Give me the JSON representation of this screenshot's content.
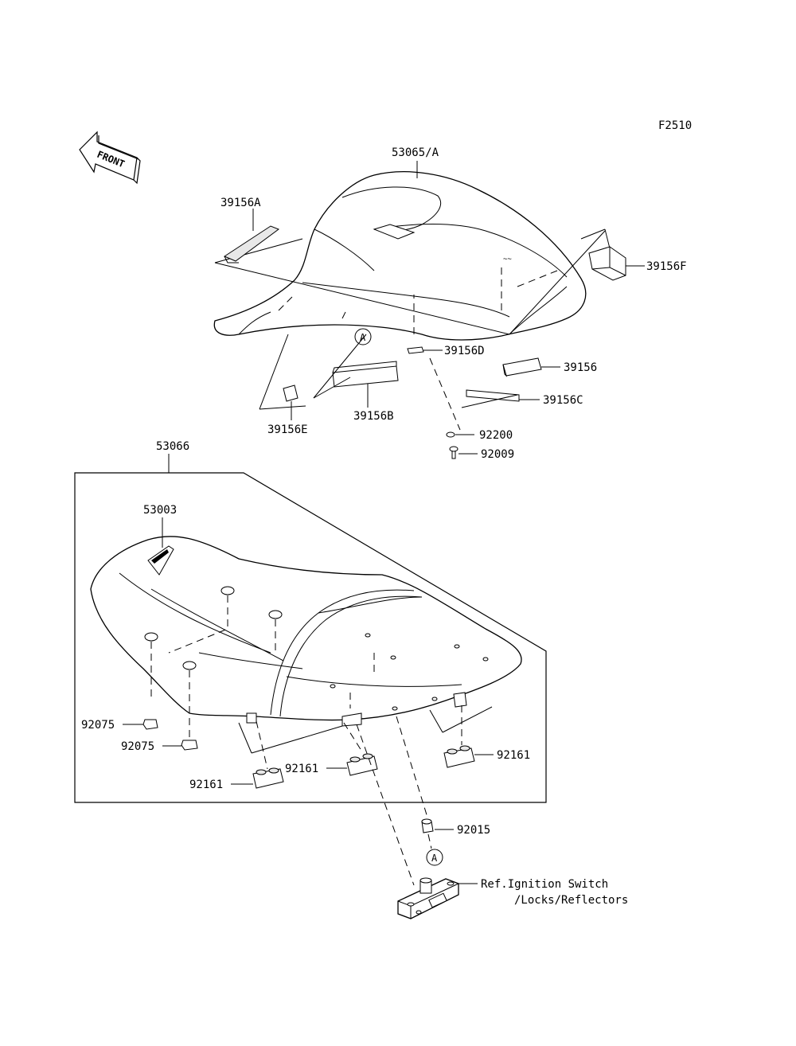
{
  "diagram": {
    "figure_code": "F2510",
    "direction_arrow": "FRONT",
    "callouts": {
      "c53065A": "53065/A",
      "c39156A": "39156A",
      "c39156F": "39156F",
      "c39156D": "39156D",
      "c39156": "39156",
      "c39156C": "39156C",
      "c39156B": "39156B",
      "c39156E": "39156E",
      "c92200": "92200",
      "c92009": "92009",
      "c53066": "53066",
      "c53003": "53003",
      "c92075a": "92075",
      "c92075b": "92075",
      "c92161a": "92161",
      "c92161b": "92161",
      "c92161c": "92161",
      "c92015": "92015"
    },
    "reference_marker_top": "A",
    "reference_marker_bottom": "A",
    "ref_note_line1": "Ref.Ignition Switch",
    "ref_note_line2": "/Locks/Reflectors"
  }
}
